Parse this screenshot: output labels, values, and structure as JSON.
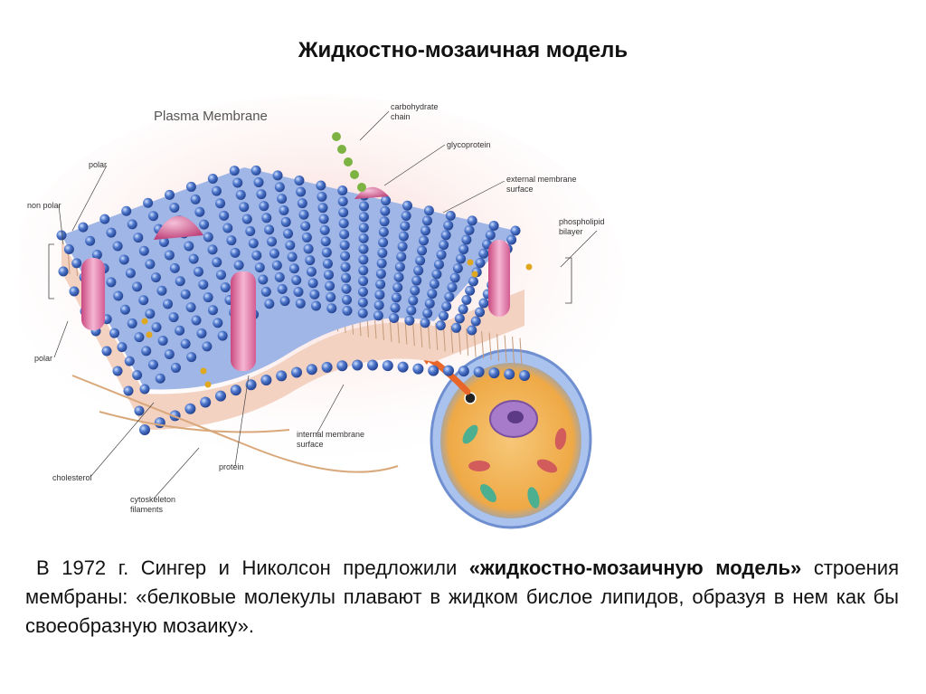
{
  "slide": {
    "title": "Жидкостно-мозаичная модель"
  },
  "figure": {
    "title": "Plasma Membrane",
    "labels": {
      "carbohydrate_chain": "carbohydrate\nchain",
      "glycoprotein": "glycoprotein",
      "external_surface": "external membrane\nsurface",
      "phospholipid_bilayer": "phospholipid\nbilayer",
      "polar_top": "polar",
      "non_polar": "non polar",
      "polar_bottom": "polar",
      "cholesterol": "cholesterol",
      "protein": "protein",
      "cytoskeleton": "cytoskeleton\nfilaments",
      "internal_surface": "internal membrane\nsurface"
    },
    "colors": {
      "head": "#3b5fb8",
      "protein": "#e68ab8",
      "cholesterol": "#e0a81f",
      "carbohydrate": "#7cb342",
      "cell_fill": "#f2b35a",
      "arrow": "#e8662a"
    }
  },
  "caption": {
    "part1": "В 1972 г. Сингер и Николсон предложили ",
    "bold": "«жидкостно-мозаичную модель»",
    "part2": " строения мембраны: «белковые молекулы плавают в жидком бислое липидов, образуя в нем как бы своеобразную мозаику»."
  }
}
